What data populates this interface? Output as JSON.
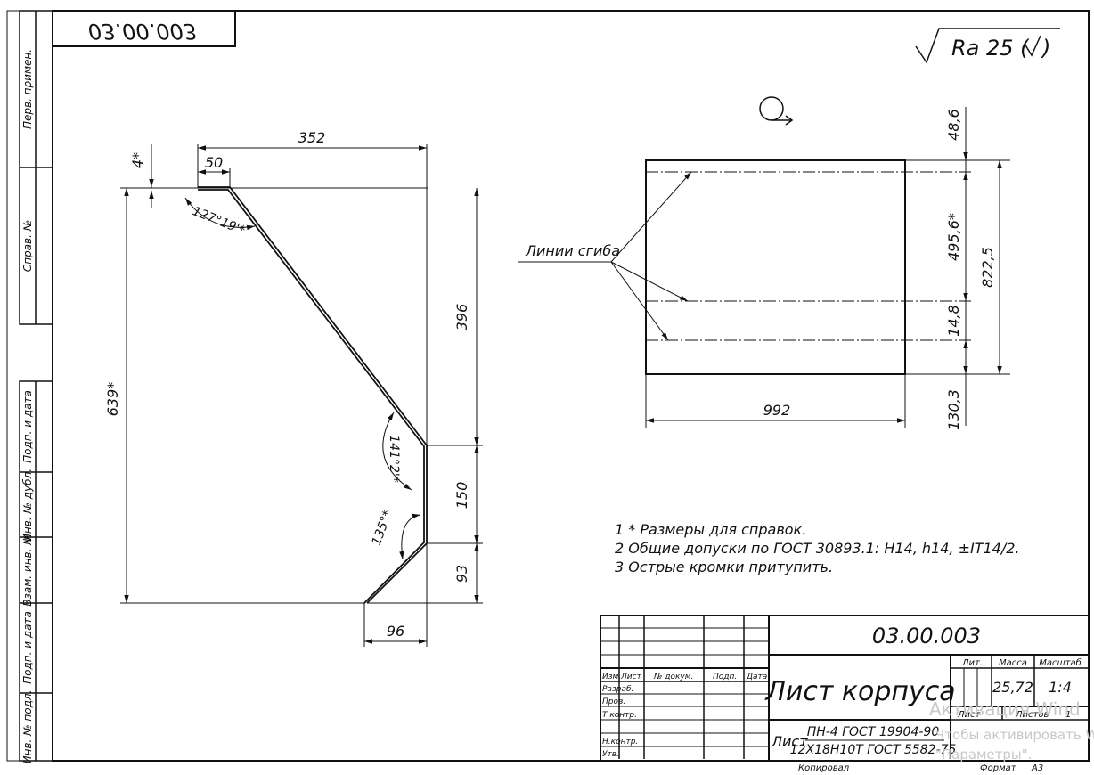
{
  "drawing": {
    "mirrored_code": "03.00.003",
    "roughness": "Ra 25 (",
    "side_labels": [
      "Перв. примен.",
      "Справ. №",
      "Подп. и дата",
      "Инв. № дубл.",
      "Взам. инв. №",
      "Подп. и дата",
      "Инв. № подл."
    ],
    "profile_dims": {
      "w352": "352",
      "w50": "50",
      "d4": "4*",
      "ang127": "127°19'*",
      "h639": "639*",
      "h396": "396",
      "ang141": "141°2'*",
      "h150": "150",
      "ang135": "135°*",
      "h93": "93",
      "w96": "96"
    },
    "blank_dims": {
      "d48": "48,6",
      "d495": "495,6*",
      "d822": "822,5",
      "d14": "14,8",
      "d130": "130,3",
      "w992": "992"
    },
    "bend_label": "Линии сгиба",
    "notes": [
      "1  * Размеры для справок.",
      "2  Общие допуски по ГОСТ 30893.1: H14, h14, ±IT14/2.",
      "3  Острые кромки притупить."
    ]
  },
  "title_block": {
    "code": "03.00.003",
    "name": "Лист корпуса",
    "headers": {
      "izm": "Изм.",
      "list": "Лист",
      "docnum": "№ докум.",
      "podp": "Подп.",
      "data": "Дата"
    },
    "roles": [
      "Разраб.",
      "Пров.",
      "Т.контр.",
      "Н.контр.",
      "Утв."
    ],
    "lit_label": "Лит.",
    "mass_label": "Масса",
    "scale_label": "Масштаб",
    "mass": "25,72",
    "scale": "1:4",
    "sheet_label": "Лист",
    "sheets_label": "Листов",
    "sheets_value": "1",
    "material_prefix": "Лист",
    "material_line1": "ПН-4 ГОСТ 19904-90",
    "material_line2": "12Х18Н10Т ГОСТ 5582-75",
    "copied": "Копировал",
    "format_label": "Формат",
    "format": "А3"
  },
  "watermark": {
    "line1": "Активация Wind",
    "line2": "Чтобы активировать W",
    "line3": "\"Параметры\"."
  }
}
